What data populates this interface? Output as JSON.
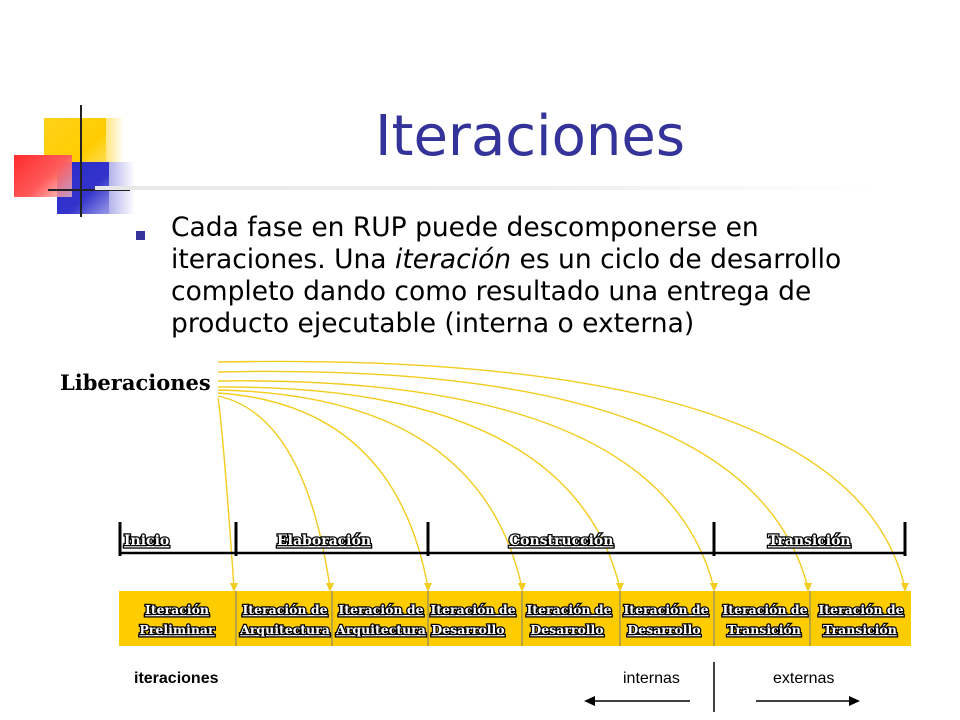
{
  "slide": {
    "title": "Iteraciones",
    "bullet": {
      "before": "Cada fase en RUP puede descomponerse en iteraciones. Una ",
      "emphasis": "iteración",
      "after": " es un ciclo de desarrollo completo dando como resultado una entrega de producto ejecutable (interna o externa)"
    },
    "colors": {
      "title": "#333399",
      "bar": "#ffcc00",
      "arc": "#f2cc1e",
      "deco_red": "#ff3333",
      "deco_blue": "#3333cc",
      "deco_yellow": "#ffcc00"
    }
  },
  "diagram": {
    "releases_label": "Liberaciones",
    "phases": [
      "Inicio",
      "Elaboración",
      "Construcción",
      "Transición"
    ],
    "iterations": [
      {
        "line1": "Iteración",
        "line2": "Preliminar"
      },
      {
        "line1": "Iteración de",
        "line2": "Arquitectura"
      },
      {
        "line1": "Iteración de",
        "line2": "Arquitectura"
      },
      {
        "line1": "Iteración de",
        "line2": "Desarrollo"
      },
      {
        "line1": "Iteración de",
        "line2": "Desarrollo"
      },
      {
        "line1": "Iteración de",
        "line2": "Desarrollo"
      },
      {
        "line1": "Iteración de",
        "line2": "Transición"
      },
      {
        "line1": "Iteración de",
        "line2": "Transición"
      }
    ],
    "footer": {
      "label": "iteraciones",
      "internal": "internas",
      "external": "externas"
    }
  }
}
